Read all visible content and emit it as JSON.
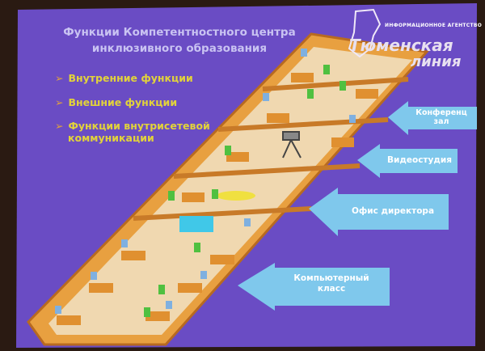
{
  "slide": {
    "title_line1": "Функции Компетентностного центра",
    "title_line2": "инклюзивного образования",
    "bullets": [
      "Внутренние функции",
      "Внешние функции",
      "Функции внутрисетевой",
      "коммуникации"
    ],
    "bullet_marker": "➢"
  },
  "labels": {
    "conference": "Конференц зал",
    "video": "Видеостудия",
    "director": "Офис директора",
    "computer_line1": "Компьютерный",
    "computer_line2": "класс"
  },
  "watermark": {
    "agency": "ИНФОРМАЦИОННОЕ АГЕНТСТВО",
    "name1": "Тюменская",
    "name2": "линия"
  },
  "colors": {
    "slide": "#6a4cc4",
    "floor": "#e8a040",
    "arrow": "#7fc8ec",
    "title": "#c9c3f2",
    "bullet": "#e2d33a"
  }
}
